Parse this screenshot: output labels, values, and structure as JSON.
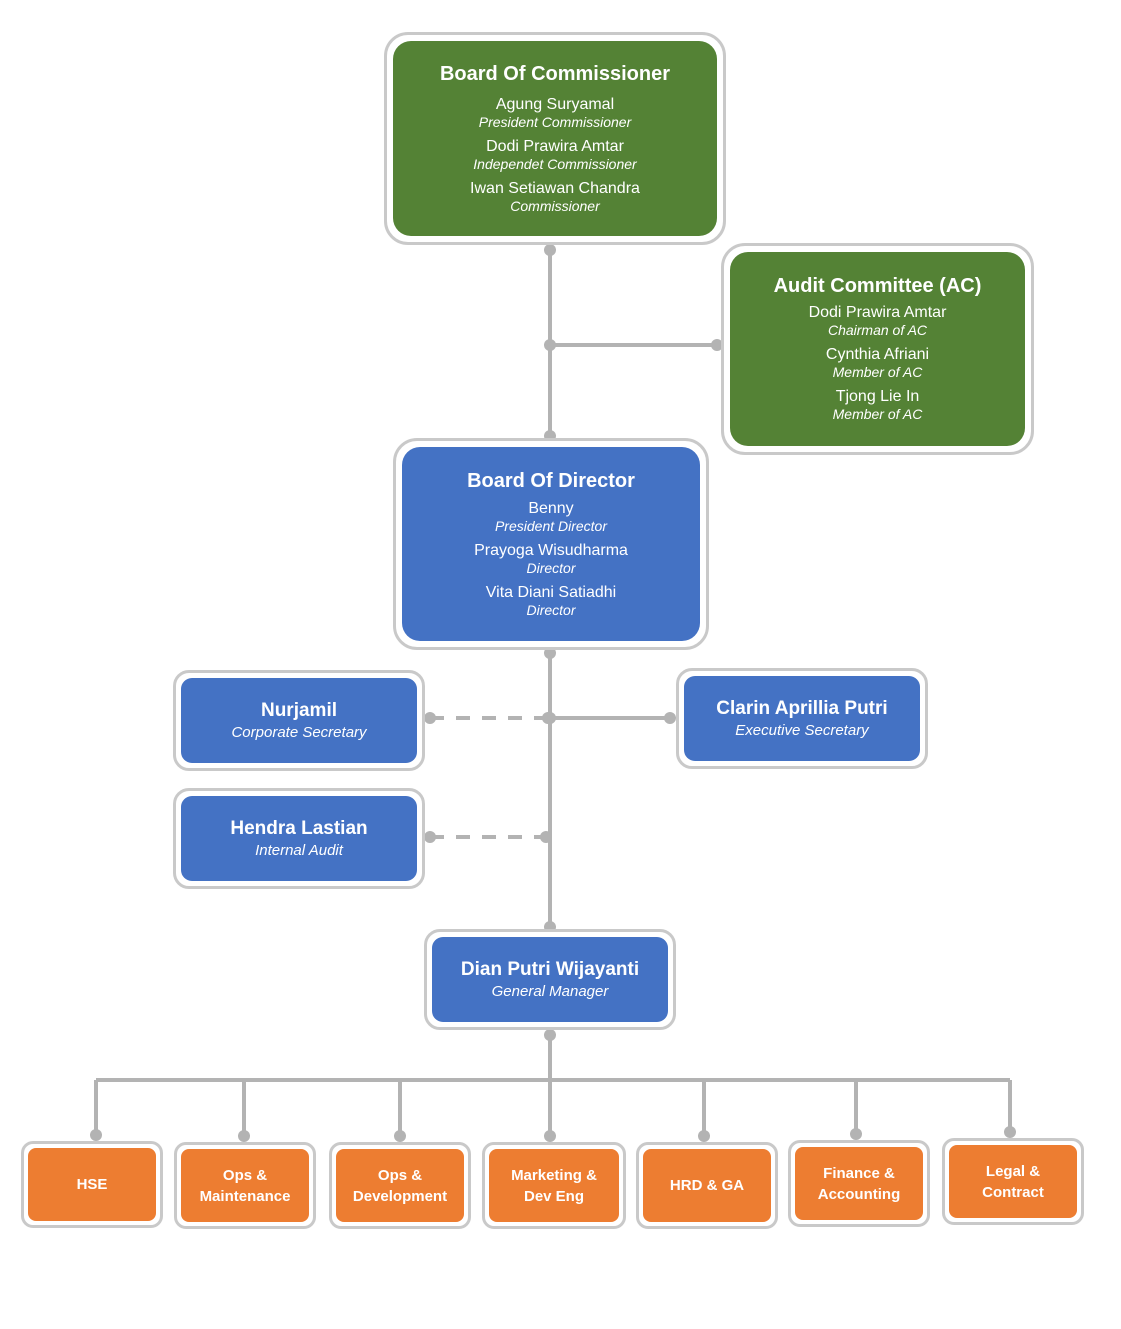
{
  "boc": {
    "title": "Board Of Commissioner",
    "members": [
      {
        "name": "Agung Suryamal",
        "role": "President Commissioner"
      },
      {
        "name": "Dodi Prawira Amtar",
        "role": "Independet Commissioner"
      },
      {
        "name": "Iwan Setiawan Chandra",
        "role": "Commissioner"
      }
    ]
  },
  "ac": {
    "title": "Audit Committee (AC)",
    "members": [
      {
        "name": "Dodi Prawira Amtar",
        "role": "Chairman of AC"
      },
      {
        "name": "Cynthia Afriani",
        "role": "Member of AC"
      },
      {
        "name": "Tjong Lie In",
        "role": "Member of AC"
      }
    ]
  },
  "bod": {
    "title": "Board Of Director",
    "members": [
      {
        "name": "Benny",
        "role": "President Director"
      },
      {
        "name": "Prayoga Wisudharma",
        "role": "Director"
      },
      {
        "name": "Vita Diani Satiadhi",
        "role": "Director"
      }
    ]
  },
  "corp_sec": {
    "name": "Nurjamil",
    "role": "Corporate Secretary"
  },
  "exec_sec": {
    "name": "Clarin Aprillia Putri",
    "role": "Executive Secretary"
  },
  "internal_audit": {
    "name": "Hendra Lastian",
    "role": "Internal Audit"
  },
  "gm": {
    "name": "Dian Putri Wijayanti",
    "role": "General Manager"
  },
  "departments": [
    {
      "line1": "HSE",
      "line2": ""
    },
    {
      "line1": "Ops &",
      "line2": "Maintenance"
    },
    {
      "line1": "Ops &",
      "line2": "Development"
    },
    {
      "line1": "Marketing &",
      "line2": "Dev Eng"
    },
    {
      "line1": "HRD & GA",
      "line2": ""
    },
    {
      "line1": "Finance &",
      "line2": "Accounting"
    },
    {
      "line1": "Legal &",
      "line2": "Contract"
    }
  ],
  "colors": {
    "green": "#548235",
    "blue": "#4472c4",
    "orange": "#ed7d31",
    "connector": "#b3b3b3"
  }
}
